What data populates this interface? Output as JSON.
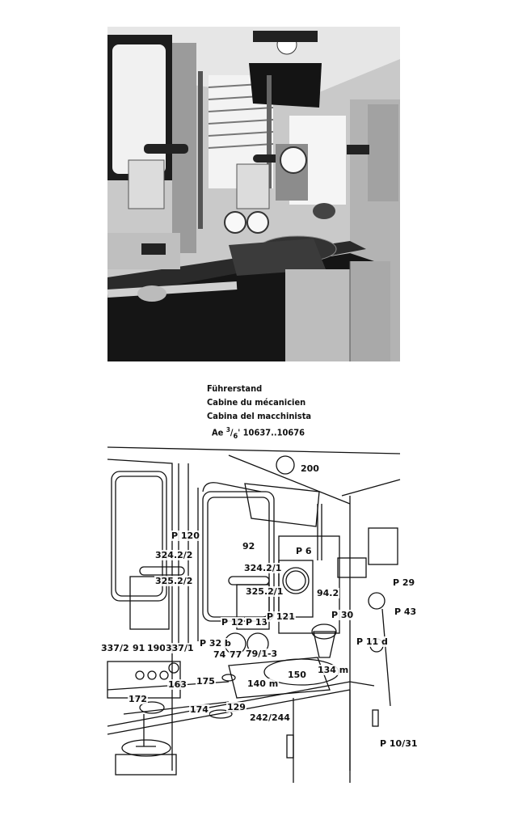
{
  "caption": {
    "line1": "Führerstand",
    "line2": "Cabine du mécanicien",
    "line3": "Cabina del macchinista",
    "model_prefix": "Ae ",
    "model_sup": "3",
    "model_mid": "/",
    "model_sub": "6",
    "model_suffix": "' 10637..10676"
  },
  "labels": {
    "l200": "200",
    "lP120": "P 120",
    "l92": "92",
    "lP6": "P 6",
    "l324_2_2": "324.2/2",
    "l324_2_1": "324.2/1",
    "l325_2_2": "325.2/2",
    "l325_2_1": "325.2/1",
    "l94_2": "94.2",
    "lP29": "P 29",
    "lP43": "P 43",
    "lP12": "P 12",
    "lP13": "P 13",
    "lP121": "P 121",
    "lP30": "P 30",
    "lP32b": "P 32 b",
    "l337_2": "337/2",
    "l91": "91",
    "l190": "190",
    "l337_1": "337/1",
    "l74": "74",
    "l77": "77",
    "l79": "79/1-3",
    "lP11d": "P 11 d",
    "l150": "150",
    "l134m": "134 m",
    "l163": "163",
    "l175": "175",
    "l140m": "140 m",
    "l172": "172",
    "l174": "174",
    "l129": "129",
    "l242": "242/244",
    "lP10_31": "P 10/31"
  }
}
